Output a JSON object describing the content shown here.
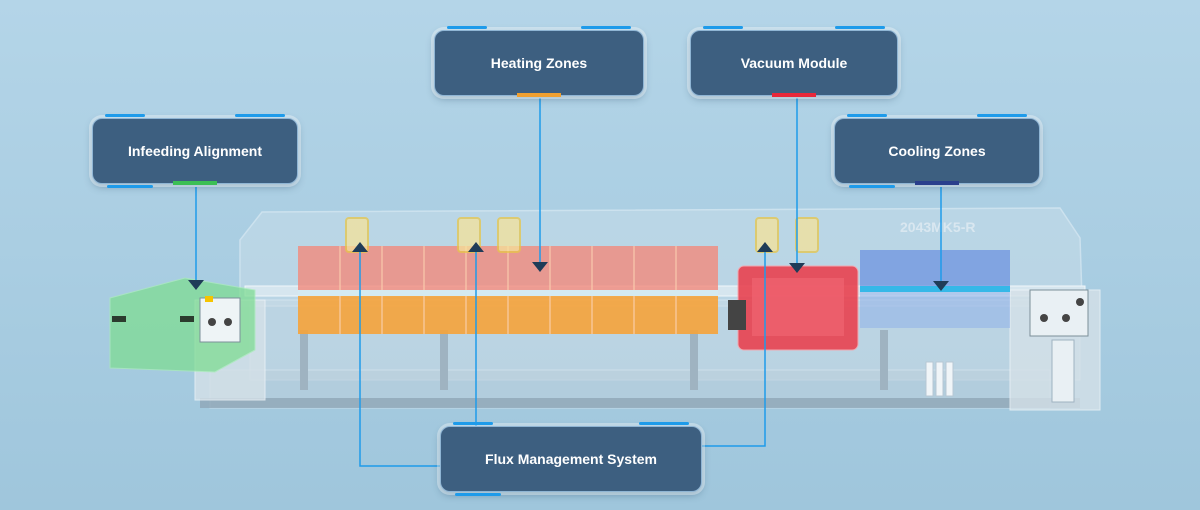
{
  "callouts": [
    {
      "id": "heating",
      "label": "Heating Zones",
      "accent": "#f0a030"
    },
    {
      "id": "vacuum",
      "label": "Vacuum Module",
      "accent": "#e8283a"
    },
    {
      "id": "infeeding",
      "label": "Infeeding Alignment",
      "accent": "#3cbf55"
    },
    {
      "id": "cooling",
      "label": "Cooling Zones",
      "accent": "#2a3f8c"
    },
    {
      "id": "flux",
      "label": "Flux Management System",
      "accent": "#3d5f80"
    }
  ],
  "machine": {
    "model_label": "2043MK5-R"
  },
  "colors": {
    "background": "#a9cce0",
    "line": "#1e9bea",
    "infeed_zone": "#78d890",
    "heating_zone_top": "#f08a7a",
    "heating_zone_bottom": "#f5a83a",
    "vacuum_zone": "#e8414e",
    "cooling_zone": "#5f86d8"
  }
}
